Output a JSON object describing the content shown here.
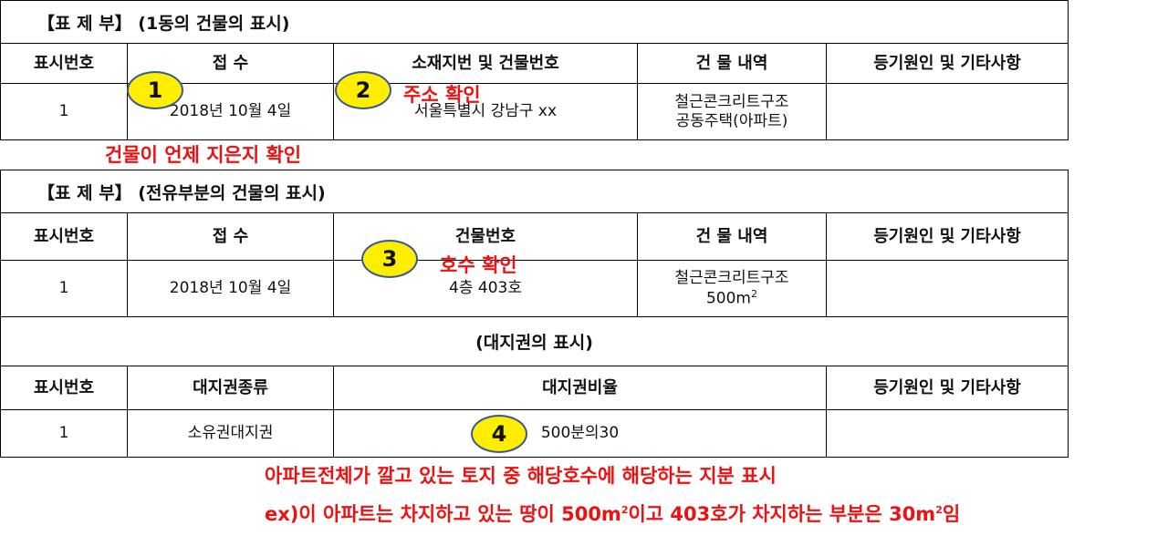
{
  "sheet1": {
    "title": "【표 제 부】 (1동의 건물의 표시)",
    "headers": [
      "표시번호",
      "접 수",
      "소재지번 및 건물번호",
      "건 물 내역",
      "등기원인 및 기타사항"
    ],
    "row": {
      "num": "1",
      "date": "2018년 10월 4일",
      "address": "서울특별시 강남구 xx",
      "desc_line1": "철근콘크리트구조",
      "desc_line2": "공동주택(아파트)",
      "remarks": ""
    }
  },
  "sheet2": {
    "title": "【표 제 부】 (전유부분의 건물의 표시)",
    "headers": [
      "표시번호",
      "접 수",
      "건물번호",
      "건 물 내역",
      "등기원인 및 기타사항"
    ],
    "row": {
      "num": "1",
      "date": "2018년 10월 4일",
      "building_no": "4층 403호",
      "desc_line1": "철근콘크리트구조",
      "desc_line2_value": "500m",
      "desc_line2_sup": "2",
      "remarks": ""
    },
    "land_title": "(대지권의 표시)",
    "land_headers": [
      "표시번호",
      "대지권종류",
      "대지권비율",
      "등기원인 및 기타사항"
    ],
    "land_row": {
      "num": "1",
      "type": "소유권대지권",
      "ratio": "500분의30",
      "remarks": ""
    }
  },
  "badges": [
    "1",
    "2",
    "3",
    "4"
  ],
  "notes": {
    "n1": "건물이 언제 지은지 확인",
    "n2": "주소 확인",
    "n3": "호수 확인",
    "n4": "아파트전체가 깔고 있는 토지 중 해당호수에 해당하는 지분 표시",
    "n5_a": "ex)이 아파트는 차지하고 있는 땅이 500m",
    "n5_sup1": "2",
    "n5_b": "이고 403호가 차지하는 부분은 30m",
    "n5_sup2": "2",
    "n5_c": "임"
  },
  "colors": {
    "note": "#ee1111",
    "badge": "#ffee00",
    "badge_border": "#3a5a8c"
  }
}
